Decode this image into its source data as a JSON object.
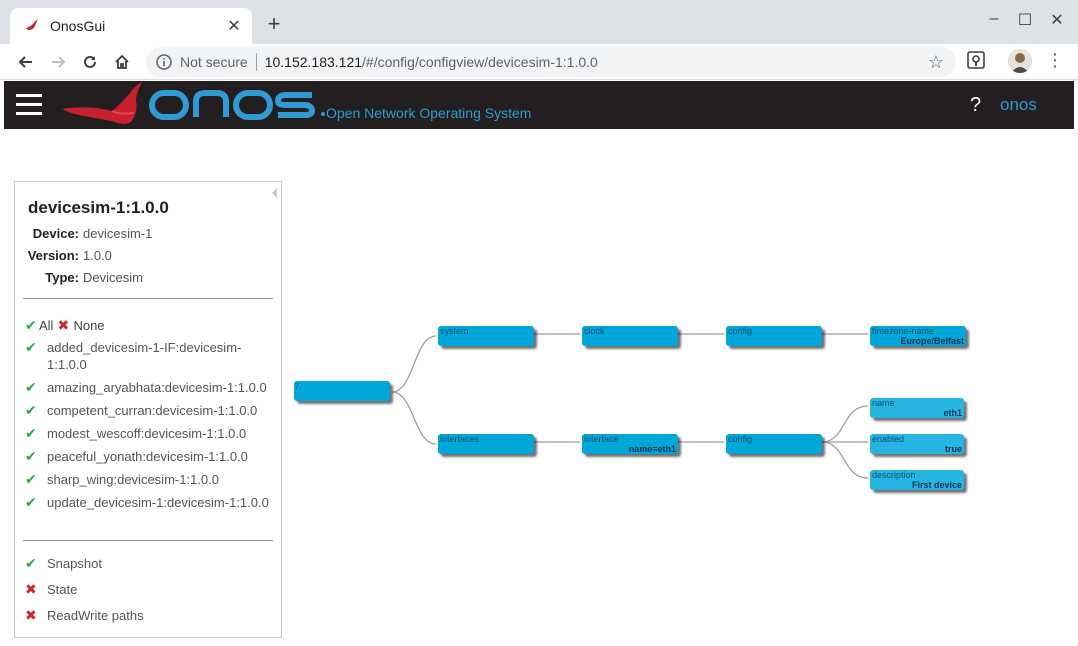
{
  "browser": {
    "tab_title": "OnosGui",
    "not_secure": "Not secure",
    "url_host": "10.152.183.121",
    "url_path": "/#/config/configview/devicesim-1:1.0.0"
  },
  "header": {
    "tagline": "Open Network Operating System",
    "help": "?",
    "user": "onos"
  },
  "panel": {
    "title": "devicesim-1:1.0.0",
    "props": [
      {
        "key": "Device:",
        "value": "devicesim-1"
      },
      {
        "key": "Version:",
        "value": "1.0.0"
      },
      {
        "key": "Type:",
        "value": "Devicesim"
      }
    ],
    "all_label": "All",
    "none_label": "None",
    "layers": [
      "added_devicesim-1-IF:devicesim-1:1.0.0",
      "amazing_aryabhata:devicesim-1:1.0.0",
      "competent_curran:devicesim-1:1.0.0",
      "modest_wescoff:devicesim-1:1.0.0",
      "peaceful_yonath:devicesim-1:1.0.0",
      "sharp_wing:devicesim-1:1.0.0",
      "update_devicesim-1:devicesim-1:1.0.0"
    ],
    "snapshot_label": "Snapshot",
    "state_label": "State",
    "rw_label": "ReadWrite paths"
  },
  "tree": {
    "root": "/",
    "system": "system",
    "clock": "clock",
    "clock_config": "config",
    "timezone_name": "timezone-name",
    "timezone_value": "Europe/Belfast",
    "interfaces": "interfaces",
    "interface": "interface",
    "interface_key": "name=eth1",
    "intf_config": "config",
    "name_label": "name",
    "name_value": "eth1",
    "enabled_label": "enabled",
    "enabled_value": "true",
    "description_label": "description",
    "description_value": "First device"
  },
  "colors": {
    "node": "#00a7d9",
    "header_bg": "#231f20",
    "accent": "#2f9ad4",
    "check": "#2eaa3a",
    "cross": "#c92a32"
  }
}
